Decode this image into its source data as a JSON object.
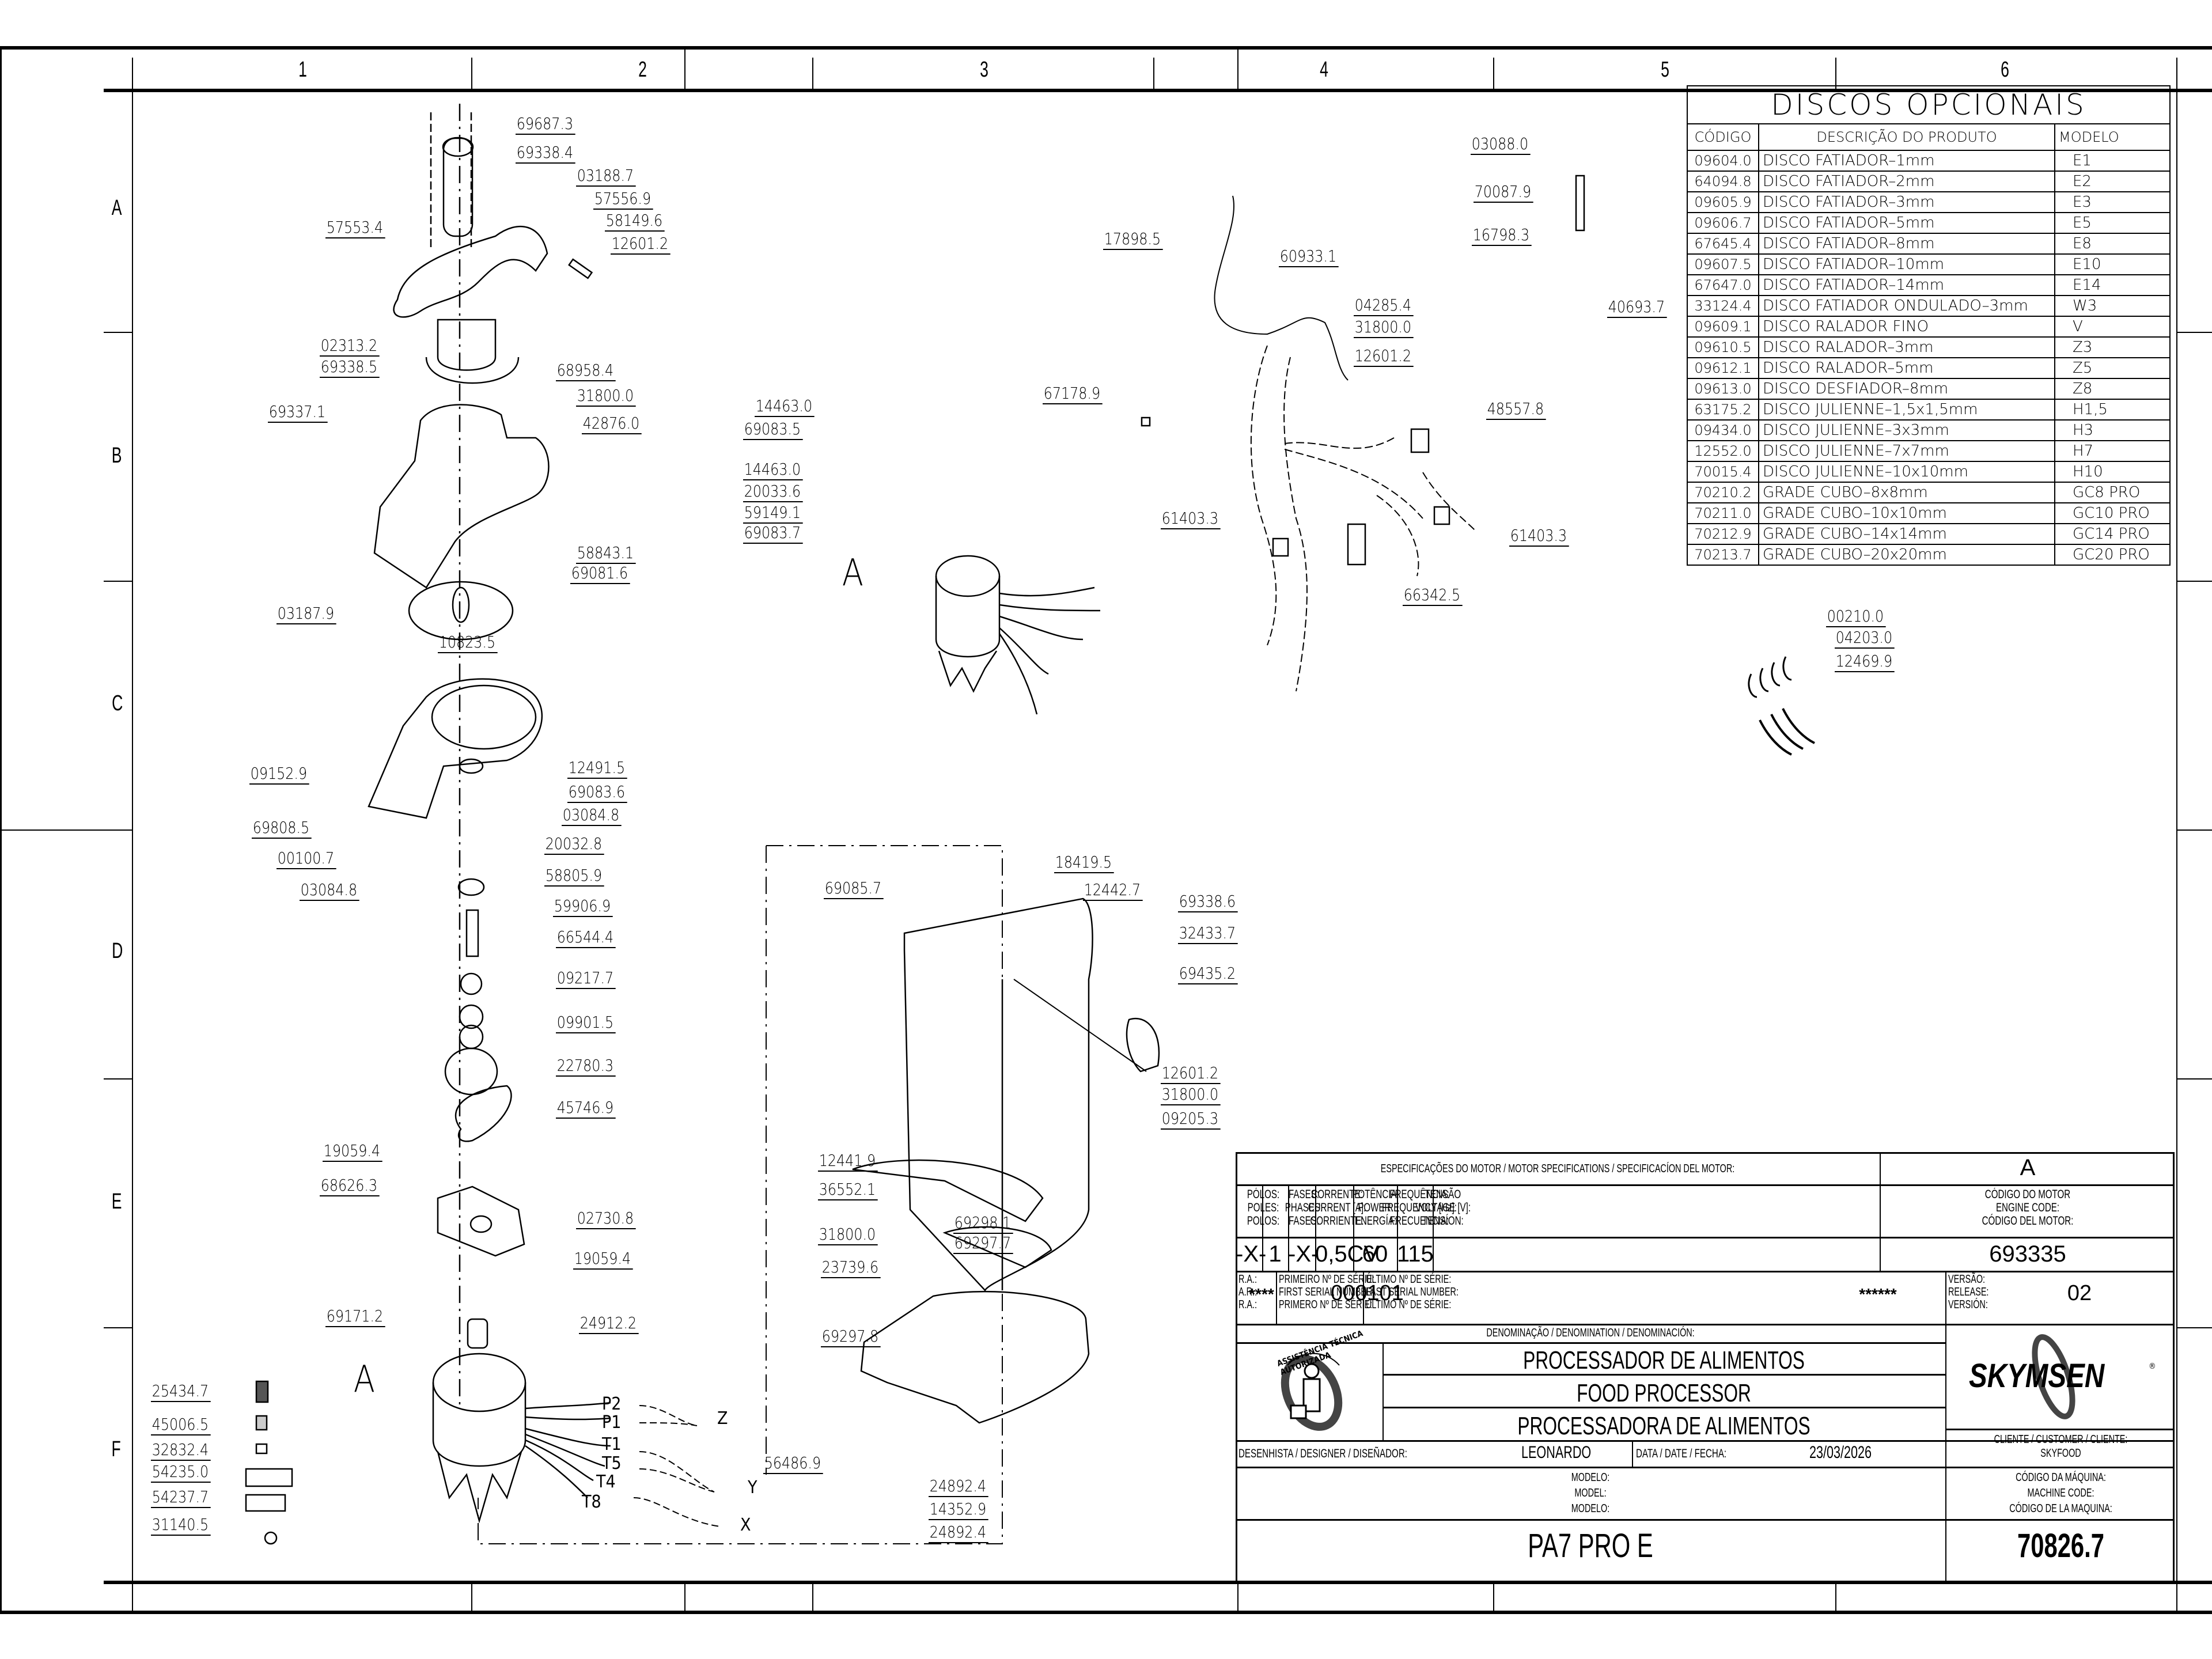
{
  "sheet": {
    "zones_columns": [
      "1",
      "2",
      "3",
      "4",
      "5",
      "6"
    ],
    "zones_rows": [
      "A",
      "B",
      "C",
      "D",
      "E",
      "F"
    ]
  },
  "parts": {
    "top_group": [
      "69687.3",
      "69338.4",
      "03188.7",
      "57556.9",
      "58149.6",
      "12601.2",
      "57553.4",
      "02313.2",
      "69338.5"
    ],
    "feeder_group": [
      "68958.4",
      "31800.0",
      "42876.0",
      "69337.1",
      "58843.1",
      "69081.6",
      "14463.0",
      "69083.5",
      "14463.0",
      "20033.6",
      "59149.1",
      "69083.7"
    ],
    "bowl_group": [
      "03187.9",
      "10823.5",
      "09152.9",
      "69808.5",
      "12491.5",
      "69083.6",
      "03084.8",
      "20032.8",
      "00100.7",
      "03084.8",
      "58805.9",
      "59906.9"
    ],
    "shaft_group": [
      "66544.4",
      "09217.7",
      "09901.5",
      "22780.3",
      "45746.9"
    ],
    "motor_group": [
      "19059.4",
      "68626.3",
      "02730.8",
      "19059.4",
      "69171.2",
      "24912.2"
    ],
    "labels_group": [
      "25434.7",
      "45006.5",
      "32832.4",
      "54235.0",
      "54237.7",
      "31140.5"
    ],
    "housing_group": [
      "69085.7",
      "18419.5",
      "12442.7",
      "69338.6",
      "32433.7",
      "69435.2",
      "12601.2",
      "31800.0",
      "09205.3"
    ],
    "base_group": [
      "12441.9",
      "36552.1",
      "69298.1",
      "31800.0",
      "69297.7",
      "23739.6",
      "69297.8",
      "56486.9",
      "24892.4",
      "14352.9",
      "24892.4"
    ],
    "electrical_group": [
      "17898.5",
      "60933.1",
      "04285.4",
      "31800.0",
      "12601.2",
      "03088.0",
      "70087.9",
      "16798.3",
      "40693.7",
      "67178.9",
      "48557.8",
      "61403.3",
      "61403.3",
      "66342.5"
    ],
    "spring_group": [
      "00210.0",
      "04203.0",
      "12469.9"
    ]
  },
  "motor_callouts": {
    "motor_letter": "A",
    "motor_letter_2": "A",
    "wires": [
      "P2",
      "P1",
      "T1",
      "T5",
      "T4",
      "T8"
    ],
    "junctions": [
      "Z",
      "Y",
      "X"
    ]
  },
  "discos_opcionais": {
    "title": "DISCOS OPCIONAIS",
    "headers": [
      "CÓDIGO",
      "DESCRIÇÃO DO PRODUTO",
      "MODELO"
    ],
    "rows": [
      [
        "09604.0",
        "DISCO  FATIADOR–1mm",
        "E1"
      ],
      [
        "64094.8",
        "DISCO  FATIADOR–2mm",
        "E2"
      ],
      [
        "09605.9",
        "DISCO  FATIADOR–3mm",
        "E3"
      ],
      [
        "09606.7",
        "DISCO  FATIADOR–5mm",
        "E5"
      ],
      [
        "67645.4",
        "DISCO  FATIADOR–8mm",
        "E8"
      ],
      [
        "09607.5",
        "DISCO  FATIADOR–10mm",
        "E10"
      ],
      [
        "67647.0",
        "DISCO  FATIADOR–14mm",
        "E14"
      ],
      [
        "33124.4",
        "DISCO  FATIADOR  ONDULADO–3mm",
        "W3"
      ],
      [
        "09609.1",
        "DISCO  RALADOR  FINO",
        "V"
      ],
      [
        "09610.5",
        "DISCO  RALADOR–3mm",
        "Z3"
      ],
      [
        "09612.1",
        "DISCO  RALADOR–5mm",
        "Z5"
      ],
      [
        "09613.0",
        "DISCO  DESFIADOR–8mm",
        "Z8"
      ],
      [
        "63175.2",
        "DISCO  JULIENNE–1,5x1,5mm",
        "H1,5"
      ],
      [
        "09434.0",
        "DISCO  JULIENNE–3x3mm",
        "H3"
      ],
      [
        "12552.0",
        "DISCO  JULIENNE–7x7mm",
        "H7"
      ],
      [
        "70015.4",
        "DISCO  JULIENNE–10x10mm",
        "H10"
      ],
      [
        "70210.2",
        "GRADE  CUBO–8x8mm",
        "GC8  PRO"
      ],
      [
        "70211.0",
        "GRADE  CUBO–10x10mm",
        "GC10  PRO"
      ],
      [
        "70212.9",
        "GRADE  CUBO–14x14mm",
        "GC14  PRO"
      ],
      [
        "70213.7",
        "GRADE  CUBO–20x20mm",
        "GC20  PRO"
      ]
    ]
  },
  "title_block": {
    "motor_spec_title": "ESPECIFICAÇÕES DO MOTOR / MOTOR SPECIFICATIONS / SPECIFICACÍON DEL MOTOR:",
    "motor_letter": "A",
    "spec_headers": [
      [
        "PÓLOS:",
        "POLES:",
        "POLOS:"
      ],
      [
        "FASES:",
        "PHASES:",
        "FASES:"
      ],
      [
        "CORRENTE:",
        "CURRENT [A]:",
        "CORRIENTE:"
      ],
      [
        "POTÊNCIA:",
        "POWER:",
        "ENERGÍA:"
      ],
      [
        "FREQUÊNCIA:",
        "FREQUENCY [Hz]:",
        "FRECUENCIA:"
      ],
      [
        "TENSÃO",
        "VOLTAGE [V]:",
        "TENSÍON:"
      ],
      [
        "CÓDIGO DO MOTOR",
        "ENGINE CODE:",
        "CÓDIGO DEL MOTOR:"
      ]
    ],
    "spec_values": [
      "-X-",
      "1",
      "-X-",
      "0,5CV",
      "60",
      "115",
      "693335"
    ],
    "ra_labels": [
      "R.A.:",
      "A.R.:",
      "R.A.:"
    ],
    "ra_value": "****",
    "first_serial_labels": [
      "PRIMEIRO Nº DE SÉRIE:",
      "FIRST SERIAL NUMBER:",
      "PRIMERO Nº DE SÉRIE:"
    ],
    "first_serial_value": "000101",
    "last_serial_labels": [
      "ÚLTIMO Nº DE SÉRIE:",
      "LAST SERIAL NUMBER:",
      "ÚLTIMO Nº DE SÉRIE:"
    ],
    "last_serial_value": "******",
    "version_labels": [
      "VERSÃO:",
      "RELEASE:",
      "VERSIÓN:"
    ],
    "version_value": "02",
    "denomination_label": "DENOMINAÇÃO / DENOMINATION / DENOMINACIÓN:",
    "names": [
      "PROCESSADOR DE ALIMENTOS",
      "FOOD PROCESSOR",
      "PROCESSADORA DE ALIMENTOS"
    ],
    "seal_text": "ASSISTÊNCIA TÉCNICA AUTORIZADA",
    "brand": "SKYMSEN",
    "brand_mark": "®",
    "client_label": "CLIENTE / CUSTOMER / CLIENTE:",
    "client_value": "SKYFOOD",
    "designer_label": "DESENHISTA / DESIGNER / DISEÑADOR:",
    "designer_value": "LEONARDO",
    "date_label": "DATA / DATE / FECHA:",
    "date_value": "23/03/2026",
    "model_labels": [
      "MODELO:",
      "MODEL:",
      "MODELO:"
    ],
    "model_value": "PA7 PRO E",
    "machine_code_labels": [
      "CÓDIGO DA MÁQUINA:",
      "MACHINE CODE:",
      "CÓDIGO DE LA MAQUINA:"
    ],
    "machine_code_value": "70826.7"
  }
}
